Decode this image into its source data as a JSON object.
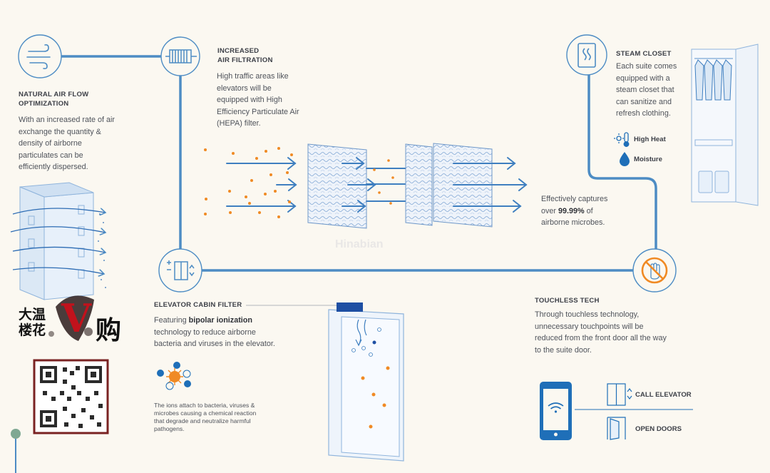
{
  "colors": {
    "line": "#4d8cc4",
    "dark_blue": "#1f6fb8",
    "orange": "#f08a24",
    "bg": "#fbf8f1"
  },
  "natural_air": {
    "title_l1": "NATURAL AIR FLOW",
    "title_l2": "OPTIMIZATION",
    "body": [
      "With an increased rate of air",
      "exchange the quantity &",
      "density of airborne",
      "particulates can be",
      "efficiently dispersed."
    ],
    "icon": "wind-icon"
  },
  "air_filtration": {
    "title_l1": "INCREASED",
    "title_l2": "AIR FILTRATION",
    "body": [
      "High traffic areas like",
      "elevators will be",
      "equipped with High",
      "Efficiency Particulate Air",
      "(HEPA) filter."
    ],
    "icon": "filter-icon"
  },
  "capture": {
    "l1": "Effectively captures",
    "l2_pre": "over ",
    "l2_bold": "99.99%",
    "l2_post": " of",
    "l3": "airborne microbes."
  },
  "steam_closet": {
    "title": "STEAM CLOSET",
    "body": [
      "Each suite comes",
      "equipped with a",
      "steam closet that",
      "can sanitize and",
      "refresh clothing."
    ],
    "feature_heat": "High Heat",
    "feature_moisture": "Moisture",
    "icon": "steam-icon"
  },
  "elevator_filter": {
    "title": "ELEVATOR CABIN FILTER",
    "body_l1_pre": "Featuring ",
    "body_l1_bold": "bipolar ionization",
    "body_l2": "technology to reduce airborne",
    "body_l3": "bacteria and viruses in the elevator.",
    "ions": [
      "The ions attach to bacteria, viruses &",
      "microbes causing a chemical reaction",
      "that degrade and neutralize harmful",
      "pathogens."
    ],
    "icon": "ionizer-icon"
  },
  "touchless": {
    "title": "TOUCHLESS TECH",
    "body": [
      "Through touchless technology,",
      "unnecessary touchpoints will be",
      "reduced from the front door all the way",
      "to the suite door."
    ],
    "call_elevator": "CALL ELEVATOR",
    "open_doors": "OPEN DOORS",
    "icon": "no-touch-icon"
  },
  "overlay": {
    "logo_l1": "大温",
    "logo_l2": "楼花",
    "logo_v": "V",
    "logo_buy": "购",
    "watermark": "Hinabian"
  }
}
